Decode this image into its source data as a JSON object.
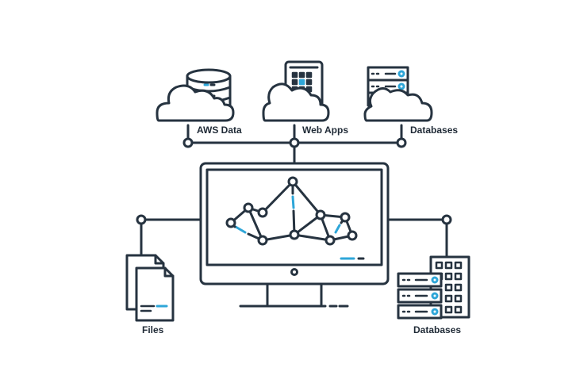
{
  "labels": {
    "aws_data": "AWS Data",
    "web_apps": "Web Apps",
    "databases_top": "Databases",
    "files": "Files",
    "databases_bottom": "Databases"
  },
  "colors": {
    "stroke": "#263340",
    "accent": "#2ea6d8",
    "background": "#ffffff"
  },
  "icons": [
    "database-cloud-icon",
    "tablet-cloud-icon",
    "server-cloud-icon",
    "files-icon",
    "server-rack-icon",
    "monitor-icon",
    "network-graph-icon"
  ]
}
